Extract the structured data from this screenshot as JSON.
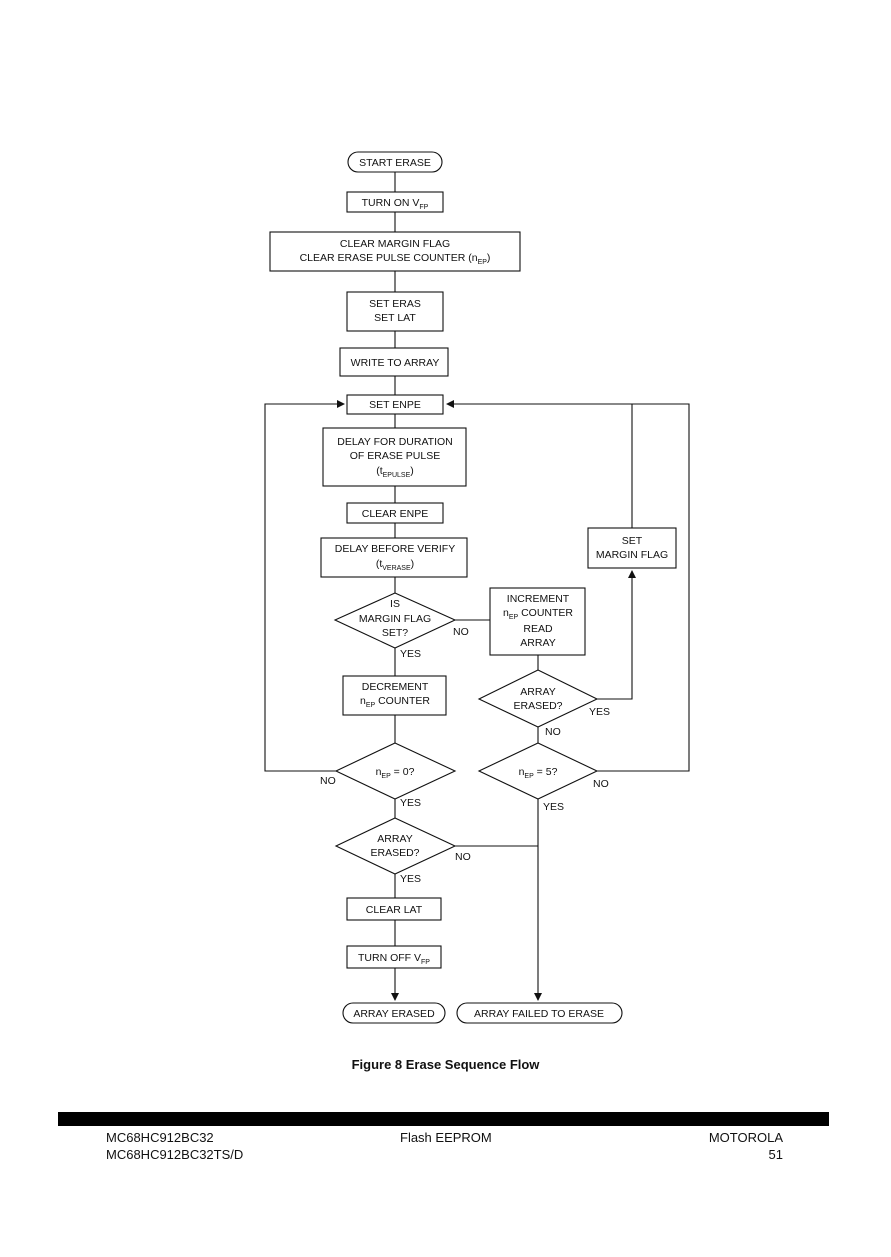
{
  "figure": {
    "caption": "Figure 8 Erase Sequence Flow",
    "nodes": {
      "start": "START ERASE",
      "turn_on_vfp": {
        "main": "TURN ON V",
        "sub": "FP"
      },
      "clear_flags": {
        "line1": "CLEAR MARGIN FLAG",
        "line2": "CLEAR ERASE PULSE COUNTER (",
        "sym": "n",
        "sub": "EP",
        "close": ")"
      },
      "set_eras": {
        "line1": "SET ERAS",
        "line2": "SET LAT"
      },
      "write_array": "WRITE TO ARRAY",
      "set_enpe": "SET ENPE",
      "delay_pulse": {
        "line1": "DELAY FOR DURATION",
        "line2": "OF ERASE PULSE",
        "open": "(t",
        "sub": "EPULSE",
        "close": ")"
      },
      "clear_enpe": "CLEAR ENPE",
      "delay_verify": {
        "line1": "DELAY BEFORE VERIFY",
        "open": "(t",
        "sub": "VERASE",
        "close": ")"
      },
      "margin_q": {
        "line1": "IS",
        "line2": "MARGIN FLAG",
        "line3": "SET?"
      },
      "increment": {
        "line1": "INCREMENT",
        "sym": "n",
        "sub": "EP",
        "rest": " COUNTER",
        "line3": "READ",
        "line4": "ARRAY"
      },
      "set_margin": {
        "line1": "SET",
        "line2": "MARGIN FLAG"
      },
      "decrement": {
        "line1": "DECREMENT",
        "sym": "n",
        "sub": "EP",
        "rest": " COUNTER"
      },
      "erased_q_right": {
        "line1": "ARRAY",
        "line2": "ERASED?"
      },
      "nep_zero_q": {
        "sym": "n",
        "sub": "EP",
        "rest": " = 0?"
      },
      "nep_five_q": {
        "sym": "n",
        "sub": "EP",
        "rest": " = 5?"
      },
      "erased_q_left": {
        "line1": "ARRAY",
        "line2": "ERASED?"
      },
      "clear_lat": "CLEAR LAT",
      "turn_off_vfp": {
        "main": "TURN OFF V",
        "sub": "FP"
      },
      "array_erased": "ARRAY ERASED",
      "array_failed": "ARRAY FAILED TO ERASE"
    },
    "edge_labels": {
      "yes": "YES",
      "no": "NO"
    }
  },
  "footer": {
    "part_number": "MC68HC912BC32",
    "doc_id": "MC68HC912BC32TS/D",
    "title": "Flash EEPROM",
    "brand": "MOTOROLA",
    "page": "51"
  }
}
